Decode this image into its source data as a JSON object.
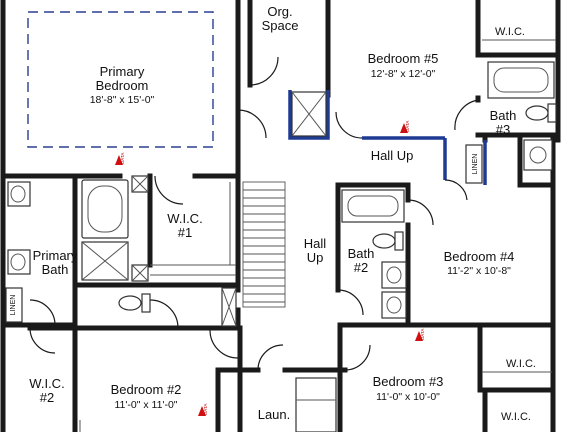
{
  "rooms": {
    "primary_bedroom": {
      "name_line1": "Primary",
      "name_line2": "Bedroom",
      "dims": "18'-8\" x 15'-0\""
    },
    "org_space": {
      "name_line1": "Org.",
      "name_line2": "Space"
    },
    "bedroom5": {
      "name": "Bedroom #5",
      "dims": "12'-8\" x 12'-0\""
    },
    "wic_top_right": {
      "name": "W.I.C."
    },
    "bath3": {
      "name_line1": "Bath",
      "name_line2": "#3"
    },
    "hall_up_top": {
      "name": "Hall Up"
    },
    "linen_right": {
      "name": "LINEN"
    },
    "wic1": {
      "name_line1": "W.I.C.",
      "name_line2": "#1"
    },
    "hall_up_mid": {
      "name_line1": "Hall",
      "name_line2": "Up"
    },
    "bath2": {
      "name_line1": "Bath",
      "name_line2": "#2"
    },
    "bedroom4": {
      "name": "Bedroom #4",
      "dims": "11'-2\" x 10'-8\""
    },
    "primary_bath": {
      "name_line1": "Primary",
      "name_line2": "Bath"
    },
    "linen_left": {
      "name": "LINEN"
    },
    "wic2": {
      "name_line1": "W.I.C.",
      "name_line2": "#2"
    },
    "bedroom2": {
      "name": "Bedroom #2",
      "dims": "11'-0\" x 11'-0\""
    },
    "laundry": {
      "name": "Laun."
    },
    "bedroom3": {
      "name": "Bedroom #3",
      "dims": "11'-0\" x 10'-0\""
    },
    "wic_bottom_right_1": {
      "name": "W.I.C."
    },
    "wic_bottom_right_2": {
      "name": "W.I.C."
    }
  },
  "markers": {
    "data_tag": "DATA"
  }
}
